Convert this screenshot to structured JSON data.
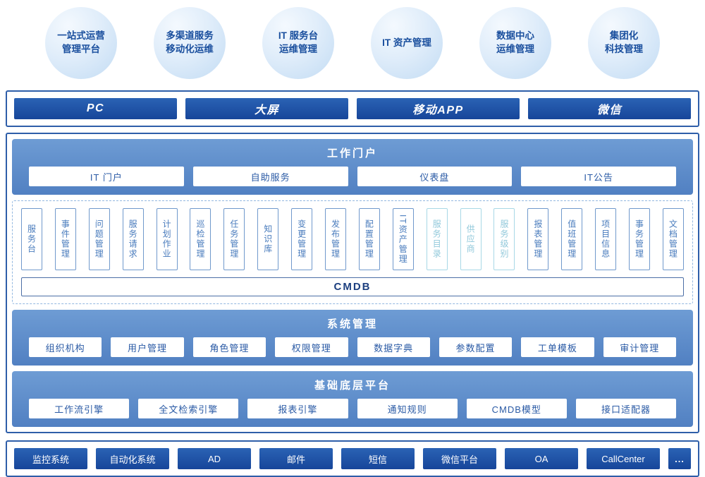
{
  "bubbles": [
    {
      "line1": "一站式运营",
      "line2": "管理平台"
    },
    {
      "line1": "多渠道服务",
      "line2": "移动化运维"
    },
    {
      "line1": "IT 服务台",
      "line2": "运维管理"
    },
    {
      "line1": "IT 资产管理"
    },
    {
      "line1": "数据中心",
      "line2": "运维管理"
    },
    {
      "line1": "集团化",
      "line2": "科技管理"
    }
  ],
  "channels": {
    "items": [
      "PC",
      "大屏",
      "移动APP",
      "微信"
    ]
  },
  "portal": {
    "title": "工作门户",
    "buttons": [
      "IT 门户",
      "自助服务",
      "仪表盘",
      "IT公告"
    ]
  },
  "modules": {
    "items": [
      {
        "label": "服务台",
        "muted": false
      },
      {
        "label": "事件管理",
        "muted": false
      },
      {
        "label": "问题管理",
        "muted": false
      },
      {
        "label": "服务请求",
        "muted": false
      },
      {
        "label": "计划作业",
        "muted": false
      },
      {
        "label": "巡检管理",
        "muted": false
      },
      {
        "label": "任务管理",
        "muted": false
      },
      {
        "label": "知识库",
        "muted": false
      },
      {
        "label": "变更管理",
        "muted": false
      },
      {
        "label": "发布管理",
        "muted": false
      },
      {
        "label": "配置管理",
        "muted": false
      },
      {
        "label": "IT资产管理",
        "muted": false
      },
      {
        "label": "服务目录",
        "muted": true
      },
      {
        "label": "供应商",
        "muted": true
      },
      {
        "label": "服务级别",
        "muted": true
      },
      {
        "label": "报表管理",
        "muted": false
      },
      {
        "label": "值班管理",
        "muted": false
      },
      {
        "label": "项目信息",
        "muted": false
      },
      {
        "label": "事务管理",
        "muted": false
      },
      {
        "label": "文档管理",
        "muted": false
      }
    ],
    "cmdb_label": "CMDB"
  },
  "system": {
    "title": "系统管理",
    "buttons": [
      "组织机构",
      "用户管理",
      "角色管理",
      "权限管理",
      "数据字典",
      "参数配置",
      "工单模板",
      "审计管理"
    ]
  },
  "platform": {
    "title": "基础底层平台",
    "buttons": [
      "工作流引擎",
      "全文检索引擎",
      "报表引擎",
      "通知规则",
      "CMDB模型",
      "接口适配器"
    ]
  },
  "integrations": {
    "items": [
      "监控系统",
      "自动化系统",
      "AD",
      "邮件",
      "短信",
      "微信平台",
      "OA",
      "CallCenter",
      "..."
    ]
  },
  "colors": {
    "border_blue": "#2e5ea9",
    "button_dark_blue": "#17469a",
    "section_gradient_top": "#6e9cd4",
    "section_gradient_bottom": "#5180c2",
    "bubble_background": "#cde2f6",
    "bubble_text": "#1a4f9e",
    "module_text": "#4a7cbd",
    "muted_module_text": "#92c9db",
    "white_button_text": "#2a5aa5"
  }
}
